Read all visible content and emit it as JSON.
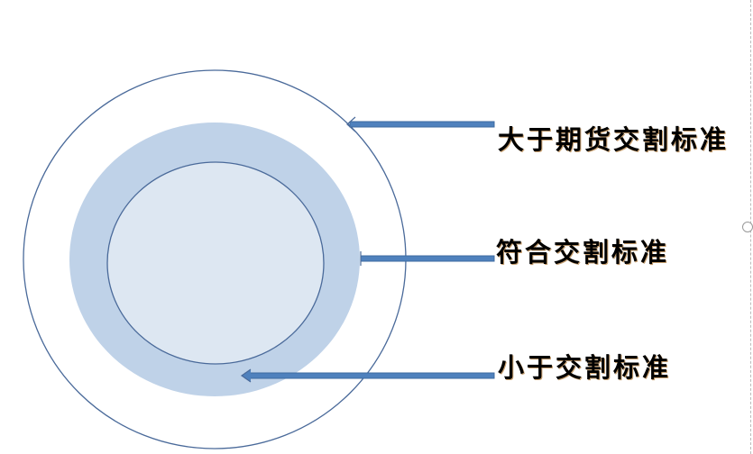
{
  "labels": {
    "outer": "大于期货交割标准",
    "middle": "符合交割标准",
    "inner": "小于交割标准"
  },
  "colors": {
    "outline": "#4a6a9a",
    "band_fill": "#bfd2e8",
    "inner_fill": "#dde7f2",
    "arrow": "#4f81bd"
  }
}
